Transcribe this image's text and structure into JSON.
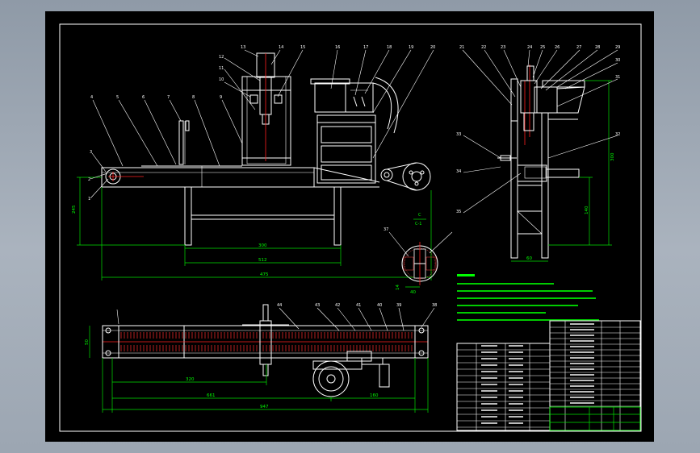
{
  "colors": {
    "background_gradient": "#9ca6b2",
    "sheet": "#000000",
    "line": "#ffffff",
    "dimension": "#00e000",
    "centerline": "#ff2020"
  },
  "balloons_main": [
    "1",
    "2",
    "3",
    "4",
    "5",
    "6",
    "7",
    "8",
    "9",
    "10",
    "11",
    "12",
    "13",
    "14",
    "15",
    "16",
    "17",
    "18",
    "19",
    "20"
  ],
  "balloons_side": [
    "21",
    "22",
    "23",
    "24",
    "25",
    "26",
    "27",
    "28",
    "29",
    "30",
    "31",
    "32",
    "33",
    "34",
    "35"
  ],
  "balloons_plan": [
    "37",
    "38",
    "39",
    "40",
    "41",
    "42",
    "43",
    "44"
  ],
  "section_label_top": "C",
  "section_label_bottom": "C-1",
  "dims": {
    "main_height": "245",
    "main_inner": "300",
    "main_span": "512",
    "main_total": "475",
    "side_height": "300",
    "side_low": "140",
    "side_width": "60",
    "plan_width": "50",
    "plan_a": "320",
    "plan_b": "661",
    "plan_c": "160",
    "plan_total": "947",
    "detail": "14",
    "detail_side": "40"
  }
}
